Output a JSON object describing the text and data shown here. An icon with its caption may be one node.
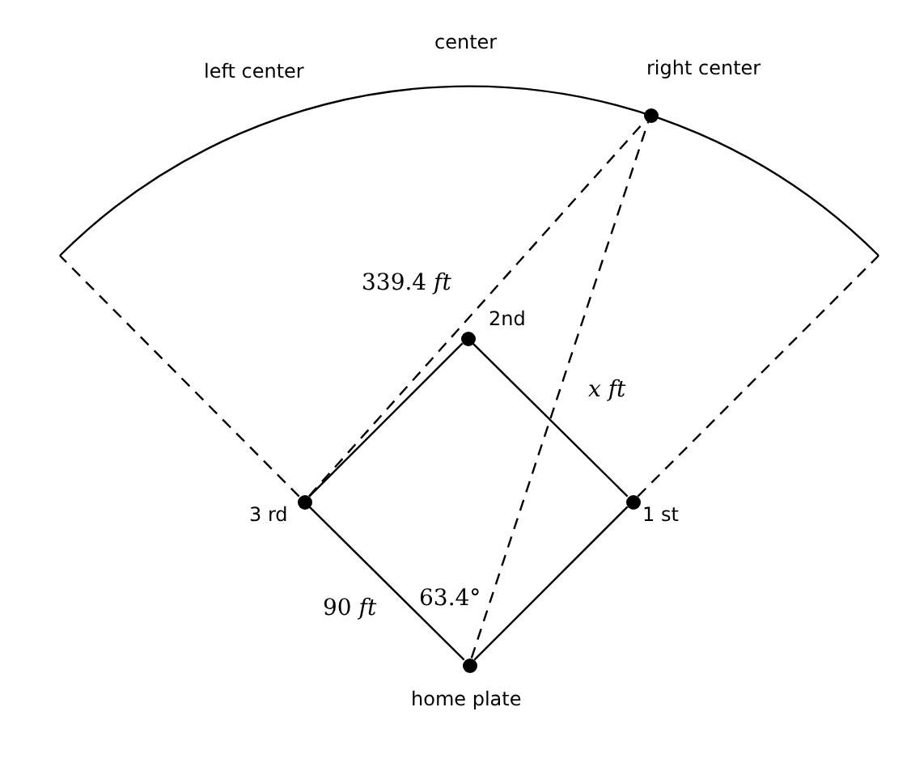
{
  "diagram": {
    "nodes": [
      {
        "text": [],
        "shape": "circle",
        "beside": [
          "home plate"
        ]
      },
      {
        "text": [],
        "shape": "circle",
        "beside": [
          "1 st"
        ]
      },
      {
        "text": [],
        "shape": "circle",
        "beside": [
          "2nd"
        ]
      },
      {
        "text": [],
        "shape": "circle",
        "beside": [
          "3 rd"
        ]
      },
      {
        "text": [],
        "shape": "circle",
        "beside": [
          "right center"
        ]
      }
    ],
    "edges": [
      {
        "from": 0,
        "to": 1,
        "arrow": "none"
      },
      {
        "from": 1,
        "to": 2,
        "arrow": "none"
      },
      {
        "from": 2,
        "to": 3,
        "arrow": "none"
      },
      {
        "from": 3,
        "to": 0,
        "arrow": "none",
        "label": "90 *ft*"
      },
      {
        "from": 3,
        "to": 4,
        "arrow": "none",
        "style": "dashed",
        "label": "339.4 *ft*"
      },
      {
        "from": 0,
        "to": 4,
        "arrow": "none",
        "style": "dashed",
        "label": "*x* *ft*"
      },
      {
        "from": 3,
        "to": null,
        "arrow": "none",
        "style": "dashed"
      },
      {
        "from": 1,
        "to": null,
        "arrow": "none",
        "style": "dashed"
      }
    ],
    "labels": [
      "left center",
      "center",
      "63.4°"
    ]
  }
}
